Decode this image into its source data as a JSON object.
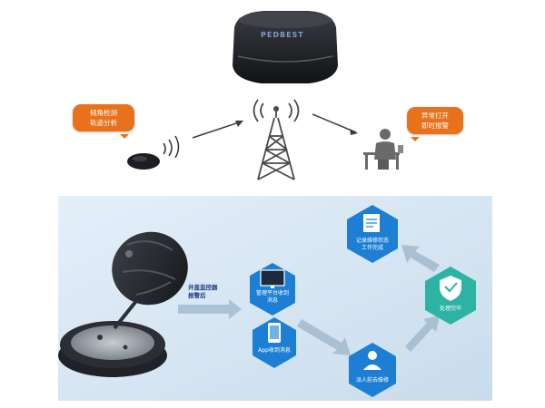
{
  "device": {
    "brand": "PEDBEST"
  },
  "callouts": {
    "left": [
      "倾角检测",
      "轨迹分析"
    ],
    "right": [
      "异常打开",
      "即时报警"
    ]
  },
  "flow": {
    "alarm_label": [
      "井盖监控器",
      "报警后"
    ],
    "platform_label": [
      "管理平台收到",
      "消息"
    ],
    "app_label": "App收到消息",
    "dispatch_label": "派人前去维修",
    "process_label": "处理完毕",
    "record_label": [
      "记录维修状态",
      "工作完成"
    ]
  },
  "colors": {
    "accent_orange": "#e8711c",
    "hex_blue": "#1d7fd4",
    "hex_teal": "#2cb3a3",
    "arrow_gray": "#a9c0d3",
    "panel_bg": "#dbe9f5"
  }
}
